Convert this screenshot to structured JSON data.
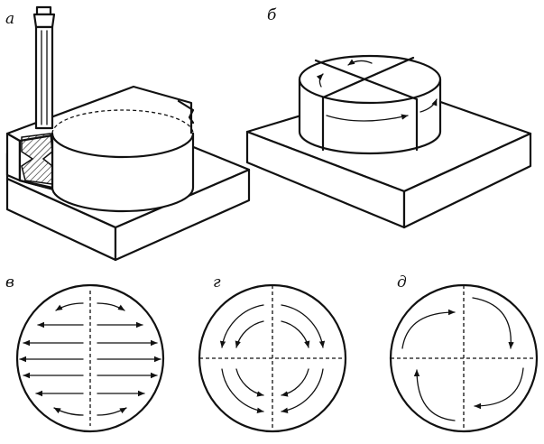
{
  "panels": [
    {
      "id": "a",
      "label": "а"
    },
    {
      "id": "b",
      "label": "б"
    },
    {
      "id": "v",
      "label": "в"
    },
    {
      "id": "g",
      "label": "г"
    },
    {
      "id": "d",
      "label": "д"
    }
  ]
}
